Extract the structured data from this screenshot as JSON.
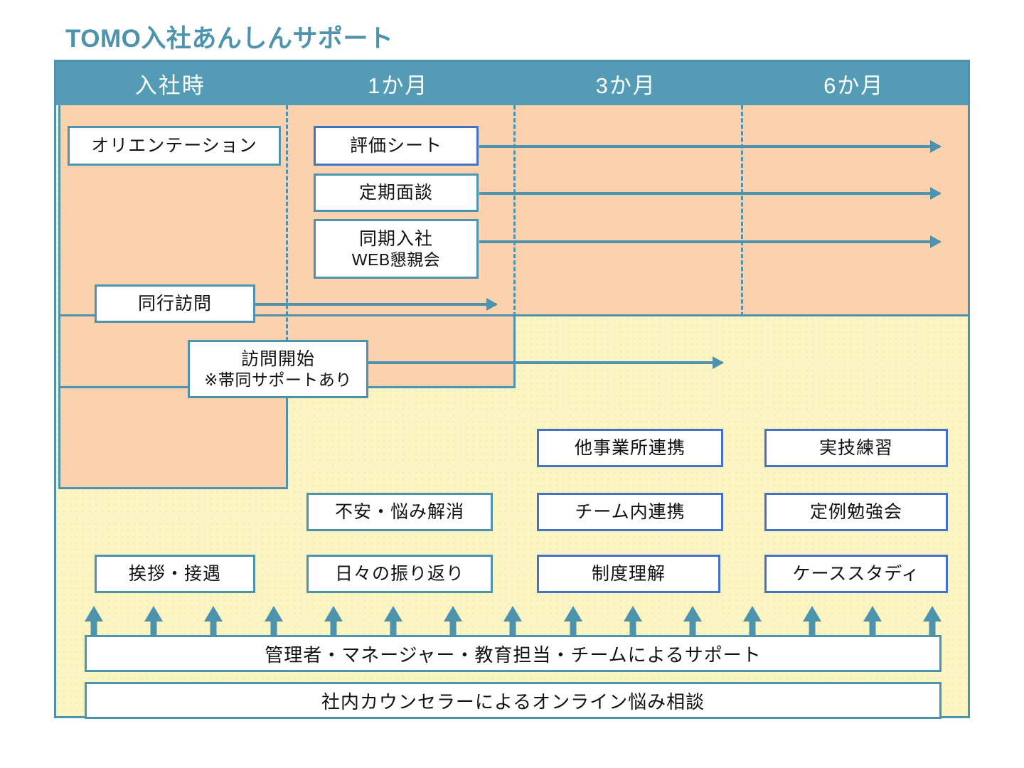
{
  "title": "TOMO入社あんしんサポート",
  "colors": {
    "header_teal": "#549cb5",
    "title_teal": "#4e93ad",
    "peach": "#fcd1ae",
    "yellow": "#fbf5c4",
    "border_teal": "#4e93ad",
    "border_blue": "#4472c4"
  },
  "timeline": {
    "columns": [
      {
        "label": "入社時"
      },
      {
        "label": "1か月"
      },
      {
        "label": "3か月"
      },
      {
        "label": "6か月"
      }
    ]
  },
  "boxes": [
    {
      "id": "orientation",
      "label": "オリエンテーション",
      "sub": "",
      "border": "teal",
      "column": "入社時",
      "arrow": false
    },
    {
      "id": "evaluation-sheet",
      "label": "評価シート",
      "sub": "",
      "border": "blue",
      "column": "1か月",
      "arrow": true
    },
    {
      "id": "regular-interview",
      "label": "定期面談",
      "sub": "",
      "border": "teal",
      "column": "1か月",
      "arrow": true
    },
    {
      "id": "web-social",
      "label": "同期入社",
      "sub": "WEB懇親会",
      "border": "teal",
      "column": "1か月",
      "arrow": true
    },
    {
      "id": "accompanied-visit",
      "label": "同行訪問",
      "sub": "",
      "border": "teal",
      "column": "入社時",
      "arrow": true
    },
    {
      "id": "visit-start",
      "label": "訪問開始",
      "sub": "※帯同サポートあり",
      "border": "teal",
      "column": "入社時",
      "arrow": true
    },
    {
      "id": "other-office",
      "label": "他事業所連携",
      "sub": "",
      "border": "blue",
      "column": "3か月",
      "arrow": false
    },
    {
      "id": "practical-training",
      "label": "実技練習",
      "sub": "",
      "border": "blue",
      "column": "6か月",
      "arrow": false
    },
    {
      "id": "anxiety-relief",
      "label": "不安・悩み解消",
      "sub": "",
      "border": "teal",
      "column": "1か月",
      "arrow": false
    },
    {
      "id": "team-coop",
      "label": "チーム内連携",
      "sub": "",
      "border": "blue",
      "column": "3か月",
      "arrow": false
    },
    {
      "id": "study-session",
      "label": "定例勉強会",
      "sub": "",
      "border": "blue",
      "column": "6か月",
      "arrow": false
    },
    {
      "id": "greeting",
      "label": "挨拶・接遇",
      "sub": "",
      "border": "teal",
      "column": "入社時",
      "arrow": false
    },
    {
      "id": "daily-reflection",
      "label": "日々の振り返り",
      "sub": "",
      "border": "teal",
      "column": "1か月",
      "arrow": false
    },
    {
      "id": "system-understand",
      "label": "制度理解",
      "sub": "",
      "border": "blue",
      "column": "3か月",
      "arrow": false
    },
    {
      "id": "case-study",
      "label": "ケーススタディ",
      "sub": "",
      "border": "blue",
      "column": "6か月",
      "arrow": false
    }
  ],
  "support_bars": [
    {
      "id": "manager-support",
      "label": "管理者・マネージャー・教育担当・チームによるサポート"
    },
    {
      "id": "counselor-support",
      "label": "社内カウンセラーによるオンライン悩み相談"
    }
  ],
  "up_arrow_count": 15
}
